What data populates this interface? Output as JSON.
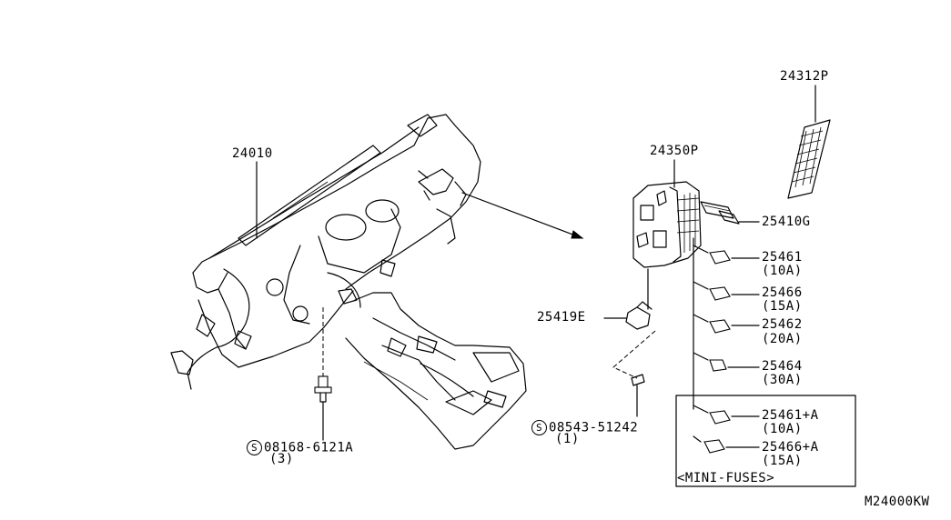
{
  "diagram_code": "M24000KW",
  "callouts": {
    "instrument_harness": "24010",
    "relay_box": "24350P",
    "fuse_cover": "24312P",
    "fuse_block_part": "25410G",
    "bracket": "25419E",
    "bolt_left": {
      "symbol": "S",
      "number": "08168-6121A",
      "qty": "(3)"
    },
    "bolt_right": {
      "symbol": "S",
      "number": "08543-51242",
      "qty": "(1)"
    }
  },
  "fuses": [
    {
      "part": "25461",
      "rating": "(10A)"
    },
    {
      "part": "25466",
      "rating": "(15A)"
    },
    {
      "part": "25462",
      "rating": "(20A)"
    },
    {
      "part": "25464",
      "rating": "(30A)"
    }
  ],
  "mini_fuses": {
    "caption": "<MINI-FUSES>",
    "items": [
      {
        "part": "25461+A",
        "rating": "(10A)"
      },
      {
        "part": "25466+A",
        "rating": "(15A)"
      }
    ]
  }
}
